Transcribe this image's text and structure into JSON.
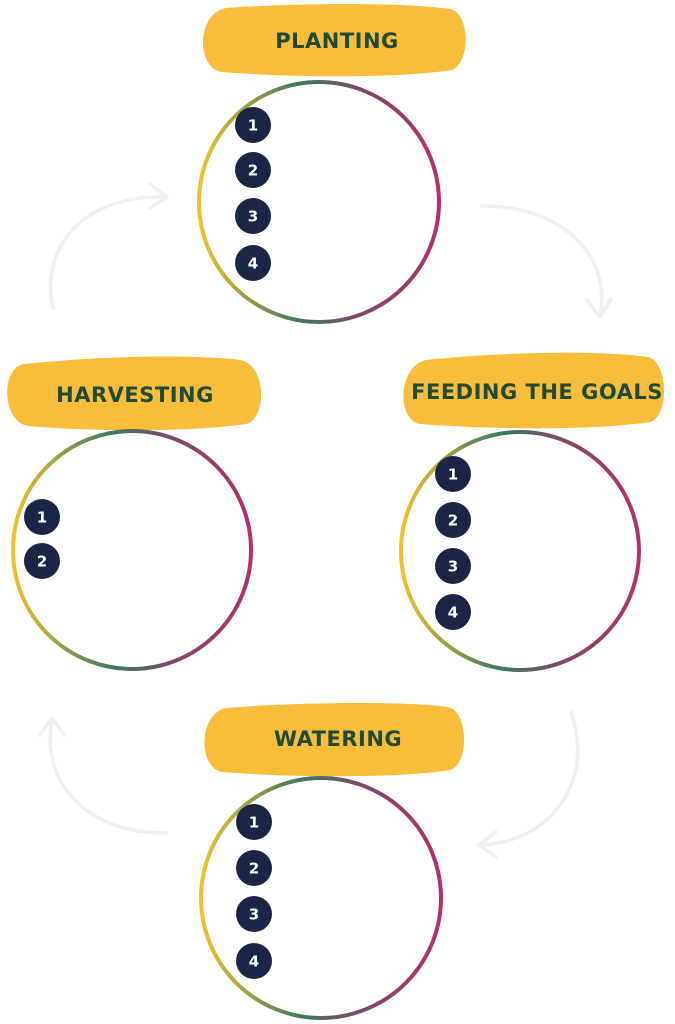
{
  "colors": {
    "label_bg": "#F9BD3C",
    "label_text": "#1F4A33",
    "badge_bg": "#1B2546",
    "badge_text": "#FFFFFF",
    "ring_gold": "#F2C12E",
    "ring_green": "#3B7A5C",
    "ring_magenta": "#B52F6B",
    "cycle_arrow": "#F0F0F0"
  },
  "stages": [
    {
      "id": "planting",
      "title": "PLANTING",
      "steps": [
        "1",
        "2",
        "3",
        "4"
      ]
    },
    {
      "id": "feeding",
      "title": "FEEDING THE GOALS",
      "steps": [
        "1",
        "2",
        "3",
        "4"
      ]
    },
    {
      "id": "watering",
      "title": "WATERING",
      "steps": [
        "1",
        "2",
        "3",
        "4"
      ]
    },
    {
      "id": "harvesting",
      "title": "HARVESTING",
      "steps": [
        "1",
        "2"
      ]
    }
  ]
}
